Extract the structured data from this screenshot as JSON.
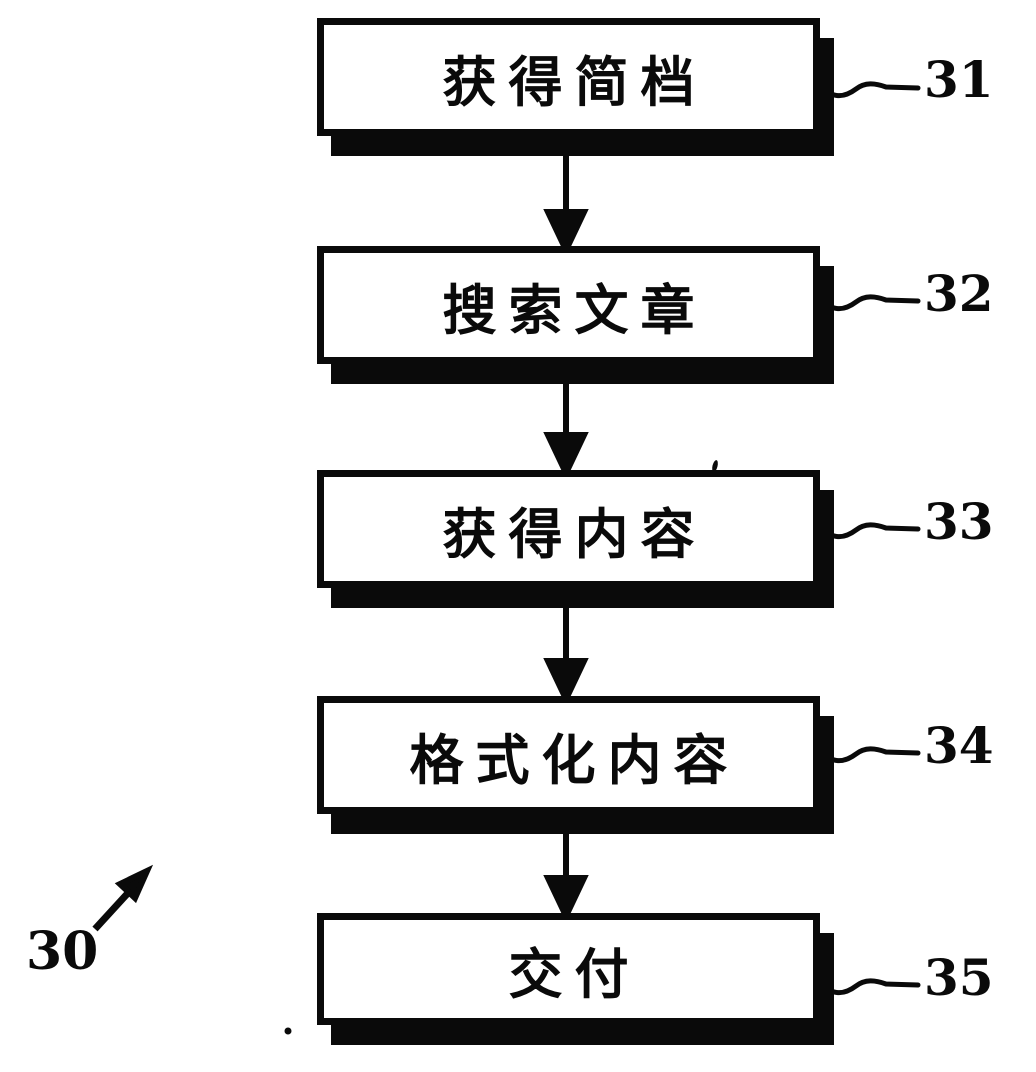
{
  "figure": {
    "background_color": "#ffffff",
    "ink_color": "#0a0a0a",
    "figure_reference": "30",
    "flow_direction": "top-to-bottom",
    "steps": [
      {
        "label": "获得简档",
        "ref": "31"
      },
      {
        "label": "搜索文章",
        "ref": "32"
      },
      {
        "label": "获得内容",
        "ref": "33"
      },
      {
        "label": "格式化内容",
        "ref": "34"
      },
      {
        "label": "交付",
        "ref": "35"
      }
    ]
  }
}
